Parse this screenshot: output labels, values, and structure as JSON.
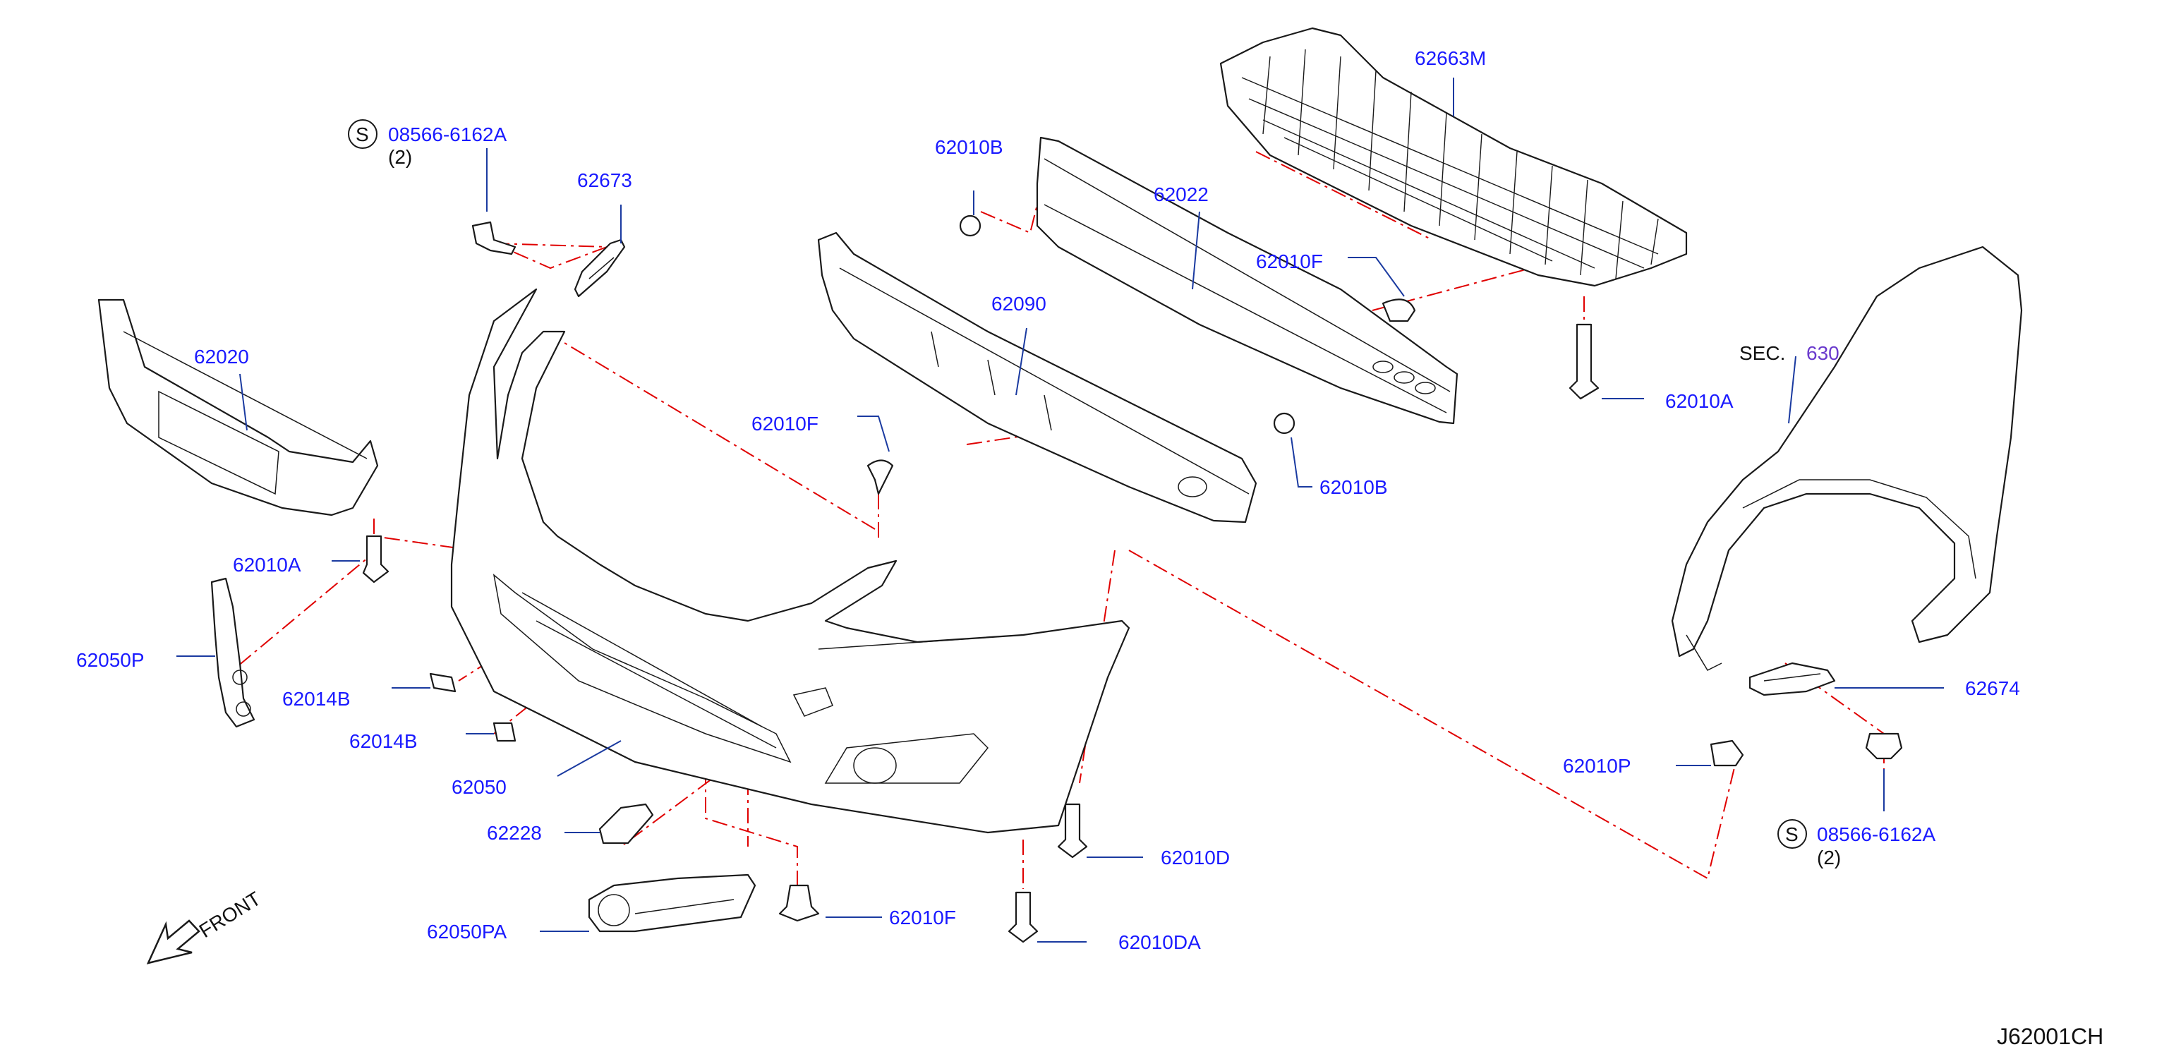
{
  "colors": {
    "part_number": "#1a1aff",
    "section_ref": "#6a3acd",
    "text": "#111111",
    "dash_line": "#e00000",
    "leader": "#1a3aa0",
    "outline": "#1a1a1a"
  },
  "labels": {
    "p62663M": "62663M",
    "p62010B_top": "62010B",
    "p62022": "62022",
    "p62010F_right": "62010F",
    "p62090": "62090",
    "p62010A_right": "62010A",
    "sec_prefix": "SEC.",
    "sec_number": "630",
    "p62010F_mid": "62010F",
    "p62010B_mid": "62010B",
    "p62020": "62020",
    "p62673": "62673",
    "bolt_left": "08566-6162A",
    "bolt_left_qty": "(2)",
    "bolt_left_symbol": "S",
    "p62010A_left": "62010A",
    "p62050P": "62050P",
    "p62014B_a": "62014B",
    "p62014B_b": "62014B",
    "p62050": "62050",
    "p62228": "62228",
    "p62050PA": "62050PA",
    "p62010F_bottom": "62010F",
    "p62010D": "62010D",
    "p62010DA": "62010DA",
    "p62010P": "62010P",
    "p62674": "62674",
    "bolt_right": "08566-6162A",
    "bolt_right_qty": "(2)",
    "bolt_right_symbol": "S",
    "front": "FRONT",
    "diagram_code": "J62001CH"
  }
}
